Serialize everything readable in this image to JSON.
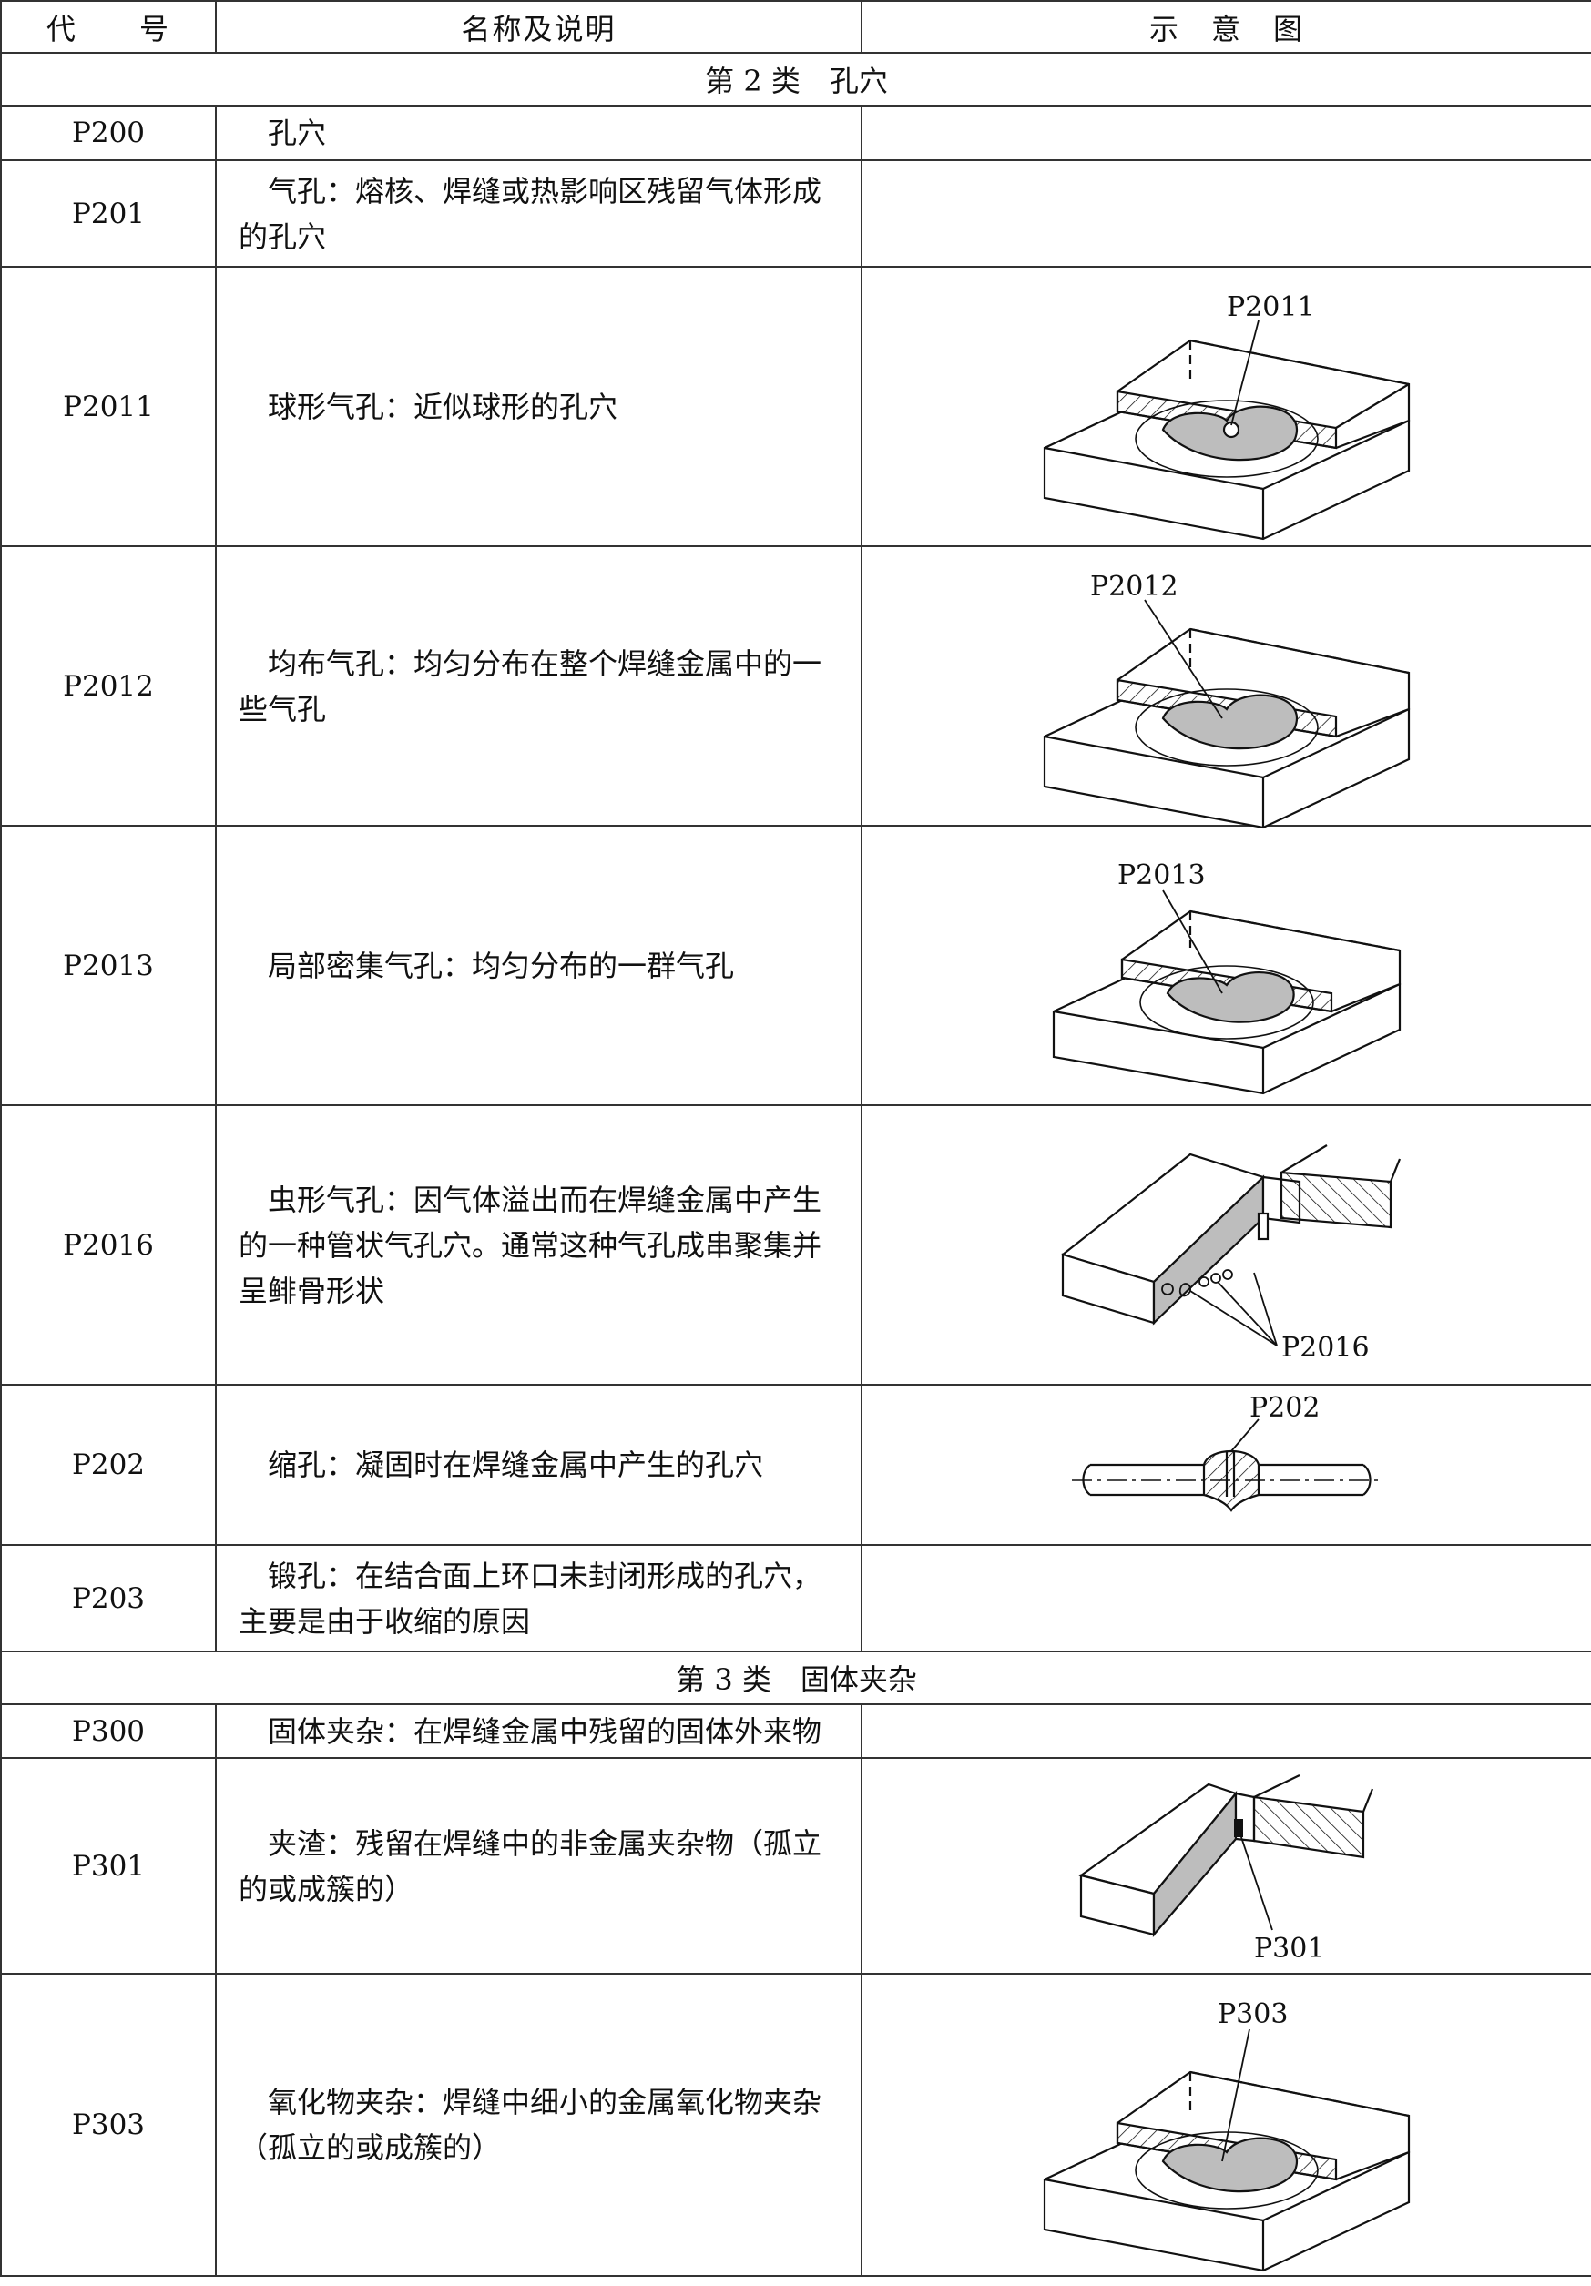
{
  "header": {
    "code": "代　　号",
    "name": "名称及说明",
    "diagram": "示　意　图"
  },
  "categories": [
    {
      "label": "第 2 类　孔穴"
    },
    {
      "label": "第 3 类　固体夹杂"
    }
  ],
  "rows": [
    {
      "code": "P200",
      "desc": "孔穴"
    },
    {
      "code": "P201",
      "desc": "气孔：熔核、焊缝或热影响区残留气体形成的孔穴"
    },
    {
      "code": "P2011",
      "desc": "球形气孔：近似球形的孔穴",
      "label": "P2011"
    },
    {
      "code": "P2012",
      "desc": "均布气孔：均匀分布在整个焊缝金属中的一些气孔",
      "label": "P2012"
    },
    {
      "code": "P2013",
      "desc": "局部密集气孔：均匀分布的一群气孔",
      "label": "P2013"
    },
    {
      "code": "P2016",
      "desc": "虫形气孔：因气体溢出而在焊缝金属中产生的一种管状气孔穴。通常这种气孔成串聚集并呈鲱骨形状",
      "label": "P2016"
    },
    {
      "code": "P202",
      "desc": "缩孔：凝固时在焊缝金属中产生的孔穴",
      "label": "P202"
    },
    {
      "code": "P203",
      "desc": "锻孔：在结合面上环口未封闭形成的孔穴，主要是由于收缩的原因"
    },
    {
      "code": "P300",
      "desc": "固体夹杂：在焊缝金属中残留的固体外来物"
    },
    {
      "code": "P301",
      "desc": "夹渣：残留在焊缝中的非金属夹杂物（孤立的或成簇的）",
      "label": "P301"
    },
    {
      "code": "P303",
      "desc": "氧化物夹杂：焊缝中细小的金属氧化物夹杂（孤立的或成簇的）",
      "label": "P303"
    }
  ],
  "colors": {
    "line": "#111111",
    "fill": "#bdbdbd",
    "slag": "#111111"
  }
}
